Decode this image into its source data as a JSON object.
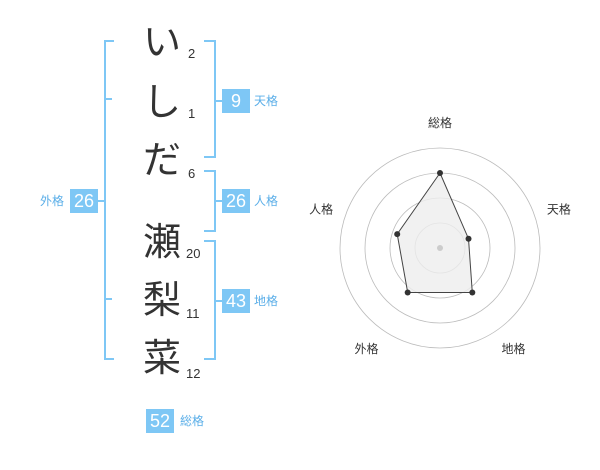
{
  "colors": {
    "accent": "#7ec7f5",
    "accent_text": "#5aaee8",
    "text": "#333333",
    "ring": "#bbbbbb",
    "polygon_fill": "#eeeeee",
    "polygon_stroke": "#444444"
  },
  "surname": [
    {
      "char": "い",
      "strokes": "2"
    },
    {
      "char": "し",
      "strokes": "1"
    },
    {
      "char": "だ",
      "strokes": "6"
    }
  ],
  "given_name": [
    {
      "char": "瀬",
      "strokes": "20"
    },
    {
      "char": "梨",
      "strokes": "11"
    },
    {
      "char": "菜",
      "strokes": "12"
    }
  ],
  "kaku": {
    "tenkaku": {
      "value": "9",
      "label": "天格"
    },
    "jinkaku": {
      "value": "26",
      "label": "人格"
    },
    "chikaku": {
      "value": "43",
      "label": "地格"
    },
    "gaikaku": {
      "value": "26",
      "label": "外格"
    },
    "soukaku": {
      "value": "52",
      "label": "総格"
    }
  },
  "chart_data": {
    "type": "radar",
    "axes": [
      "総格",
      "天格",
      "地格",
      "外格",
      "人格"
    ],
    "values": [
      0.75,
      0.3,
      0.55,
      0.55,
      0.45
    ],
    "range": [
      0,
      1
    ],
    "rings": 4
  }
}
